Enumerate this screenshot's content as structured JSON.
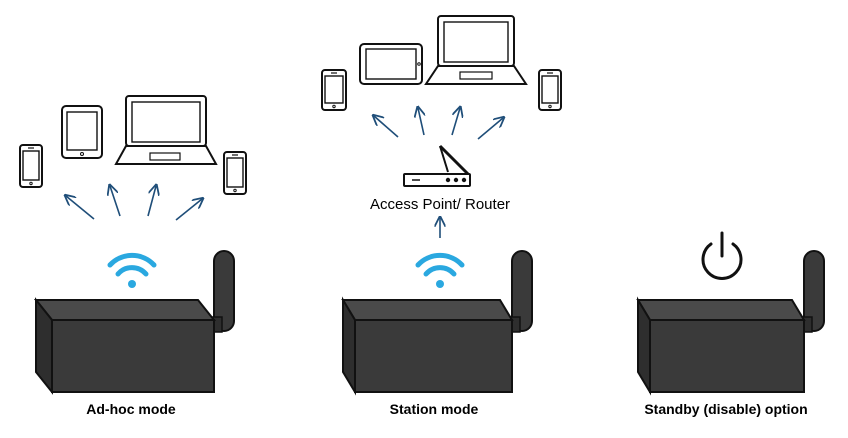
{
  "panels": [
    {
      "id": "adhoc",
      "label": "Ad-hoc mode",
      "indicator": "wifi-icon"
    },
    {
      "id": "station",
      "label": "Station mode",
      "indicator": "wifi-icon"
    },
    {
      "id": "standby",
      "label": "Standby (disable) option",
      "indicator": "power-icon"
    }
  ],
  "access_point": {
    "label": "Access Point/ Router",
    "icon": "router-icon"
  },
  "colors": {
    "wifi": "#2aa8e0",
    "arrow": "#1f4e79",
    "device_body": "#3a3a3a",
    "device_top": "#4a4a4a",
    "outline": "#111111"
  }
}
